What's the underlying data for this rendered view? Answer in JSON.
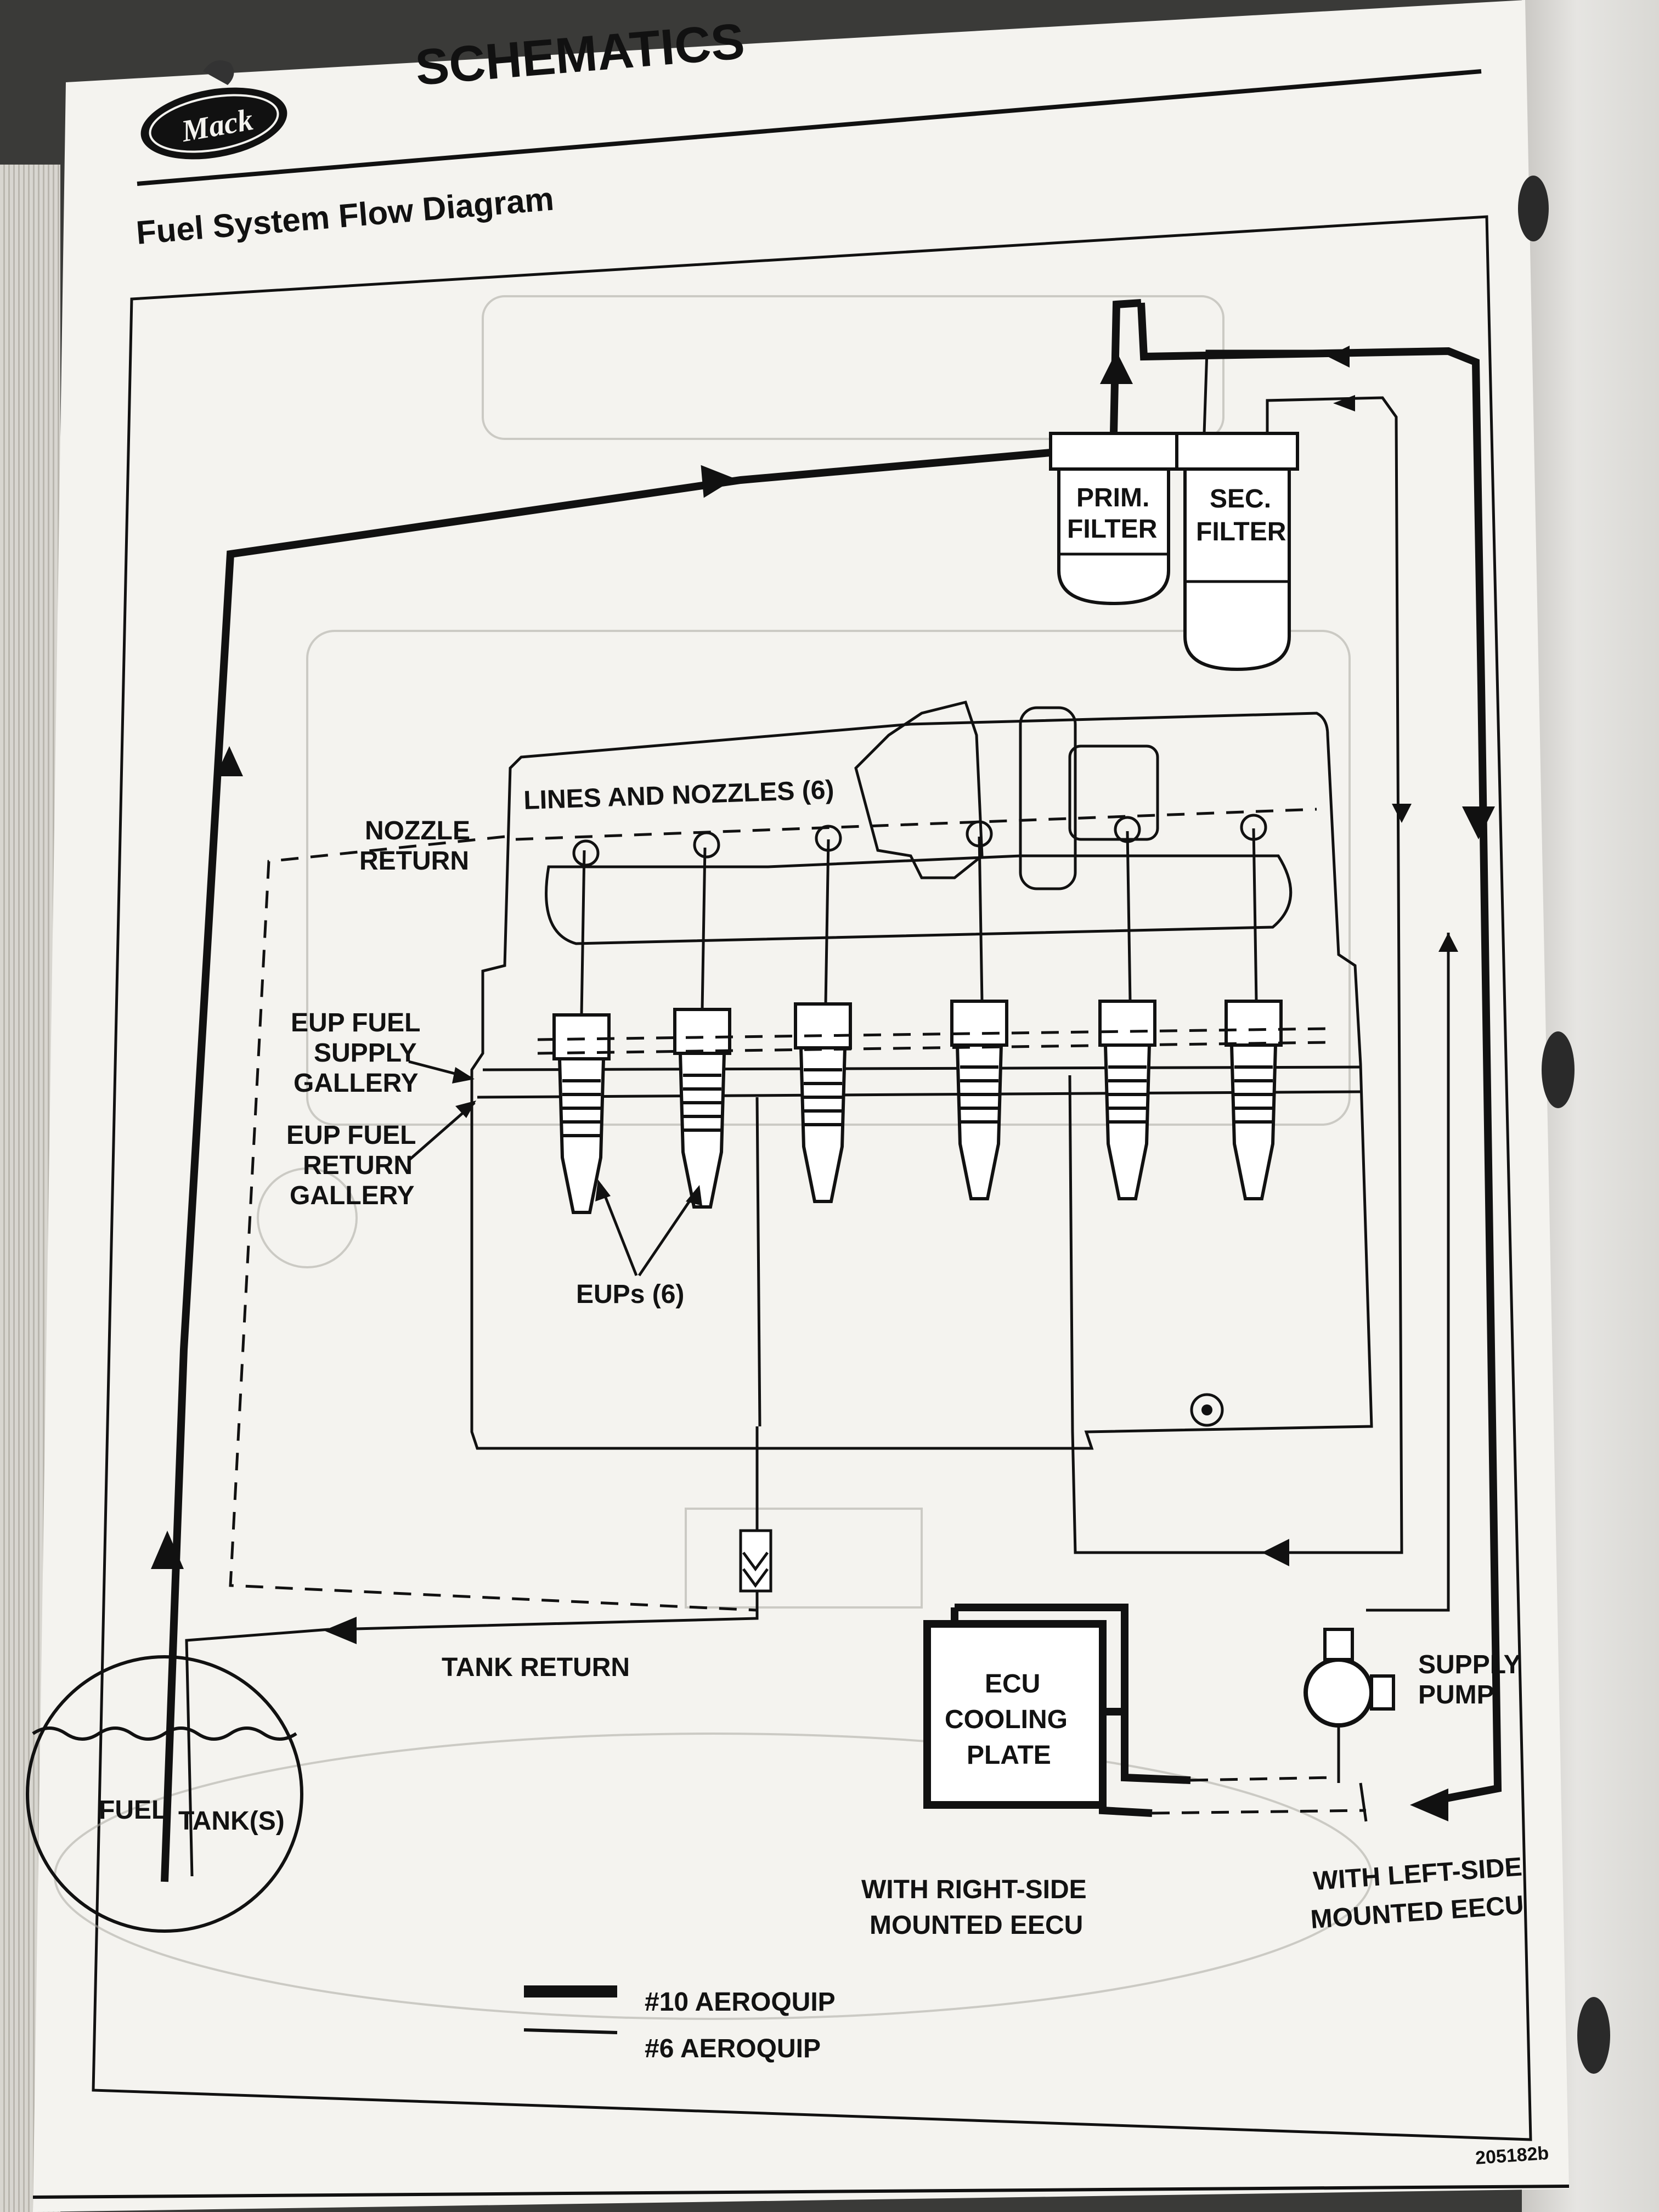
{
  "header": {
    "section_title": "SCHEMATICS",
    "diagram_title": "Fuel System Flow Diagram",
    "logo_text": "Mack"
  },
  "labels": {
    "prim_filter": [
      "PRIM.",
      "FILTER"
    ],
    "sec_filter": [
      "SEC.",
      "FILTER"
    ],
    "lines_and_nozzles": "LINES AND NOZZLES (6)",
    "nozzle_return": [
      "NOZZLE",
      "RETURN"
    ],
    "eup_supply": [
      "EUP FUEL",
      "SUPPLY",
      "GALLERY"
    ],
    "eup_return": [
      "EUP FUEL",
      "RETURN",
      "GALLERY"
    ],
    "eups": "EUPs (6)",
    "tank_return": "TANK RETURN",
    "fuel_tank": [
      "FUEL",
      "TANK(S)"
    ],
    "ecu_plate": [
      "ECU",
      "COOLING",
      "PLATE"
    ],
    "supply_pump": [
      "SUPPLY",
      "PUMP"
    ],
    "right_mounted": [
      "WITH RIGHT-SIDE",
      "MOUNTED EECU"
    ],
    "left_mounted": [
      "WITH LEFT-SIDE",
      "MOUNTED EECU"
    ]
  },
  "legend": [
    {
      "label": "#10 AEROQUIP",
      "style": "thick"
    },
    {
      "label": "#6 AEROQUIP",
      "style": "thin"
    }
  ],
  "figure_id": "205182b",
  "colors": {
    "paper": "#f4f3ef",
    "ink": "#111111",
    "ghost_print": "#a9a7a0"
  }
}
